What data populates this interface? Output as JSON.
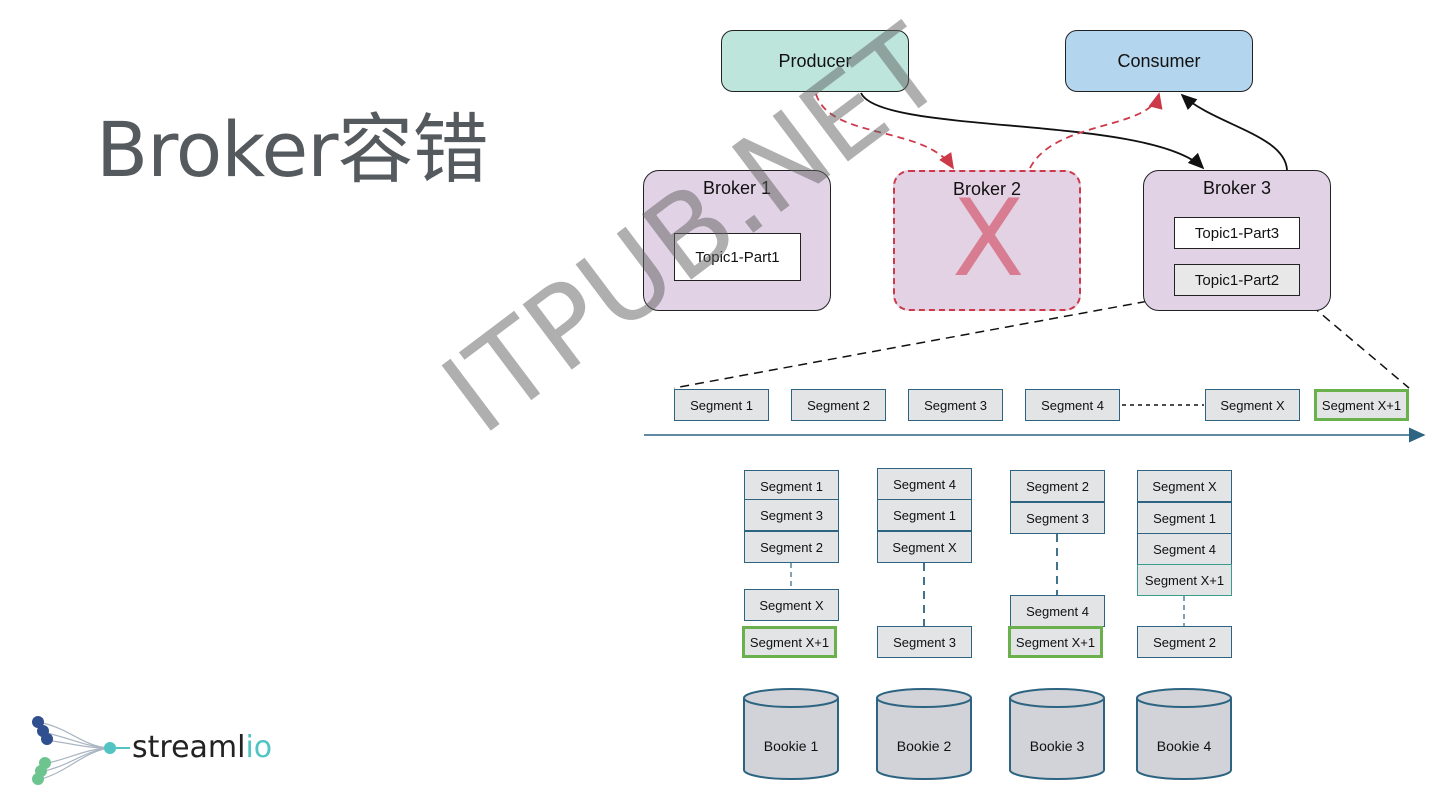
{
  "title": "Broker容错",
  "producer": "Producer",
  "consumer": "Consumer",
  "brokers": [
    {
      "label": "Broker 1",
      "topics": [
        "Topic1-Part1"
      ]
    },
    {
      "label": "Broker 2",
      "failed_mark": "X"
    },
    {
      "label": "Broker 3",
      "topics": [
        "Topic1-Part3",
        "Topic1-Part2"
      ]
    }
  ],
  "segment_row": [
    "Segment 1",
    "Segment 2",
    "Segment 3",
    "Segment 4",
    "Segment X",
    "Segment X+1"
  ],
  "bookie_columns": [
    {
      "segments": [
        "Segment 1",
        "Segment 3",
        "Segment 2",
        "Segment X",
        "Segment X+1"
      ],
      "bookie": "Bookie 1"
    },
    {
      "segments": [
        "Segment 4",
        "Segment 1",
        "Segment X",
        "Segment 3"
      ],
      "bookie": "Bookie 2"
    },
    {
      "segments": [
        "Segment 2",
        "Segment 3",
        "Segment 4",
        "Segment X+1"
      ],
      "bookie": "Bookie 3"
    },
    {
      "segments": [
        "Segment X",
        "Segment 1",
        "Segment 4",
        "Segment X+1",
        "Segment 2"
      ],
      "bookie": "Bookie 4"
    }
  ],
  "watermark": "ITPUB.NET",
  "logo": {
    "text_main": "streaml",
    "text_accent": "io"
  },
  "colors": {
    "producer": "#bde5dc",
    "consumer": "#b3d5ee",
    "broker": "#e1d3e5",
    "failure": "#cc3a4a",
    "segment_border": "#2d6481",
    "new_segment_border": "#6ab04c",
    "logo_accent": "#52c4c4"
  }
}
